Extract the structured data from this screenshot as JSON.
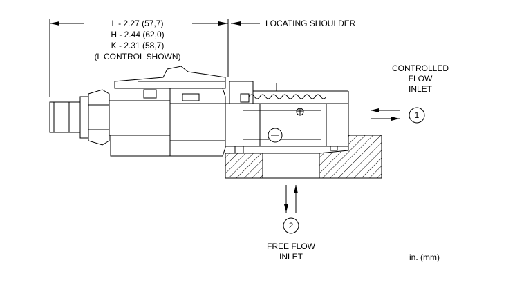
{
  "dimensions": {
    "l_length": "L - 2.27 (57,7)",
    "h_length": "H - 2.44 (62,0)",
    "k_length": "K - 2.31 (58,7)",
    "shown_note": "(L CONTROL SHOWN)"
  },
  "callouts": {
    "locating_shoulder": "LOCATING SHOULDER",
    "controlled_flow_line1": "CONTROLLED",
    "controlled_flow_line2": "FLOW",
    "controlled_flow_line3": "INLET",
    "free_flow_line1": "FREE FLOW",
    "free_flow_line2": "INLET"
  },
  "ports": {
    "port1": "1",
    "port2": "2"
  },
  "units": "in. (mm)"
}
